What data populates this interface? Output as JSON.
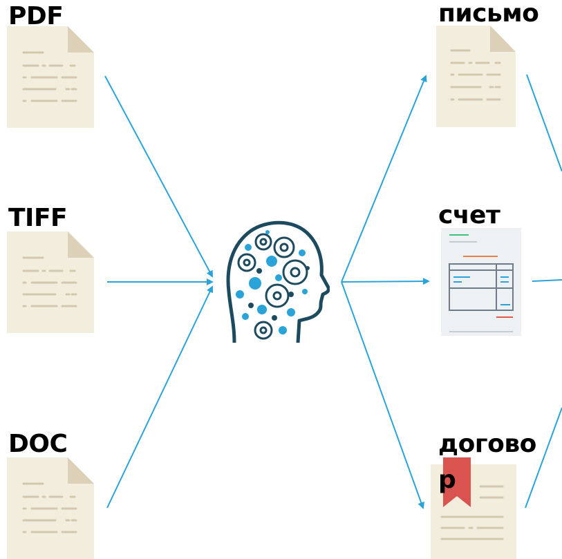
{
  "inputs": [
    {
      "label": "PDF"
    },
    {
      "label": "TIFF"
    },
    {
      "label": "DOC"
    }
  ],
  "outputs": [
    {
      "label": "письмо"
    },
    {
      "label": "счет"
    },
    {
      "label": "догово"
    },
    {
      "label": "р"
    }
  ],
  "colors": {
    "arrow": "#2aa3d8",
    "doc_paper": "#f3edde",
    "doc_fold": "#dcd1b8",
    "doc_lines": "#d3c8ae",
    "head": "#1c4a5e",
    "bookmark": "#d9534f"
  },
  "icons": [
    "document-icon",
    "brain-gears-icon",
    "invoice-icon",
    "contract-icon",
    "arrow-icon"
  ]
}
